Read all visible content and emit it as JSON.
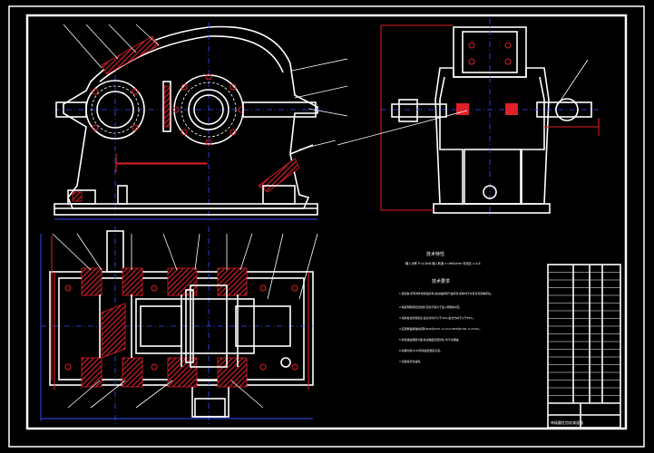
{
  "notes": {
    "title": "技术特性",
    "line1": "输入功率 P=4.0kW  输入转速 n=960r/min  传动比 i=4.8",
    "req_title": "技术要求",
    "items": [
      "1.装配前,所有零件用煤油清洗,滚动轴承用汽油清洗,机体内不许有任何杂物存在。",
      "2.啮合侧隙用铅丝检验,铅丝不得大于最小侧隙的4倍。",
      "3.用涂色法检验斑点,齿高方向不小于40%,齿长方向不小于50%。",
      "4.应调整轴承轴向间隙:Φ40为0.05~0.1mm,Φ55为0.08~0.15mm。",
      "5.检查减速器剖分面,各接触面及密封处,均不许漏油。",
      "6.机座内装HJ-50润滑油至规定高度。",
      "7.表面涂灰色油漆。"
    ]
  },
  "title_block": {
    "caption": "单级圆柱齿轮减速器",
    "rows": 18
  }
}
